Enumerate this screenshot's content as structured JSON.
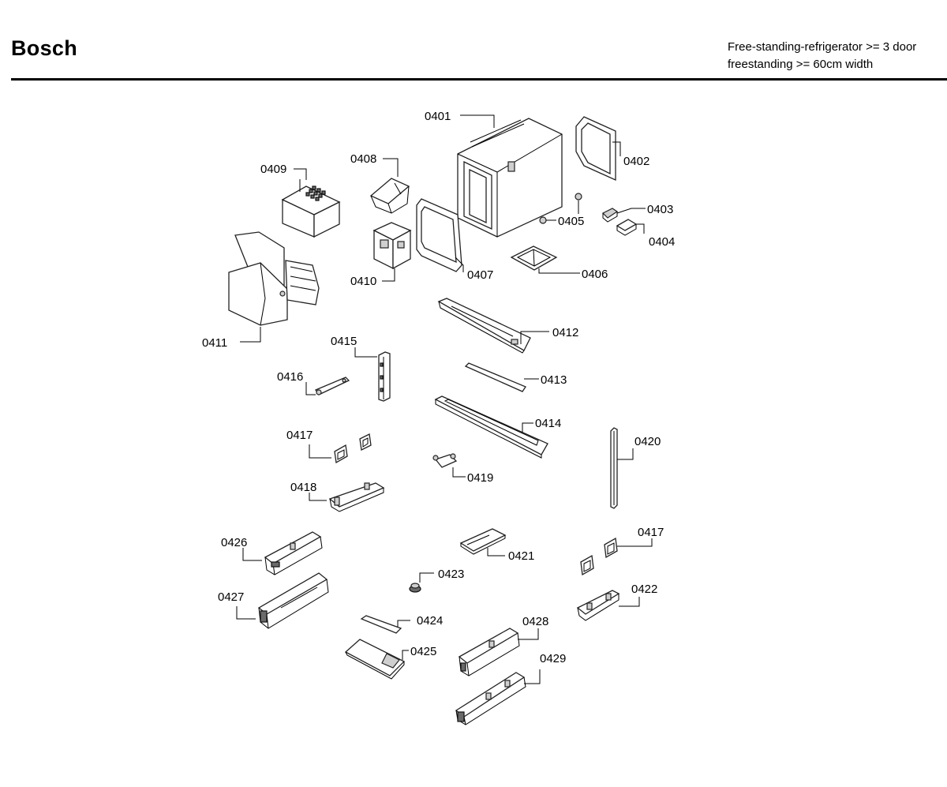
{
  "header": {
    "brand": "Bosch",
    "subtitle_line1": "Free-standing-refrigerator >= 3 door",
    "subtitle_line2": "freestanding >= 60cm width"
  },
  "diagram": {
    "labels": {
      "p0401": "0401",
      "p0402": "0402",
      "p0403": "0403",
      "p0404": "0404",
      "p0405": "0405",
      "p0406": "0406",
      "p0407": "0407",
      "p0408": "0408",
      "p0409": "0409",
      "p0410": "0410",
      "p0411": "0411",
      "p0412": "0412",
      "p0413": "0413",
      "p0414": "0414",
      "p0415": "0415",
      "p0416": "0416",
      "p0417a": "0417",
      "p0417b": "0417",
      "p0418": "0418",
      "p0419": "0419",
      "p0420": "0420",
      "p0421": "0421",
      "p0422": "0422",
      "p0423": "0423",
      "p0424": "0424",
      "p0425": "0425",
      "p0426": "0426",
      "p0427": "0427",
      "p0428": "0428",
      "p0429": "0429"
    }
  }
}
